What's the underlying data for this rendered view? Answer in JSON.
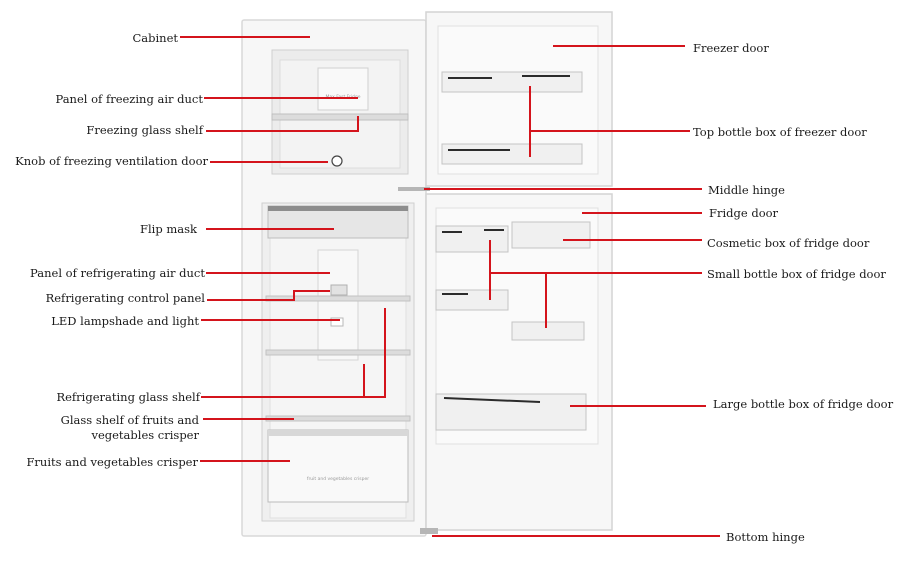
{
  "colors": {
    "leader": "#d4141c",
    "cabinet_fill": "#f7f7f7",
    "cabinet_stroke": "#d9d9d9",
    "interior": "#eeeeee",
    "shelf": "#cfcfcf",
    "dark_accent": "#2b2b2b"
  },
  "labels": {
    "cabinet": "Cabinet",
    "panel_freezing_air_duct": "Panel of freezing air duct",
    "freezing_glass_shelf": "Freezing glass shelf",
    "knob_freezing_ventilation_door": "Knob of freezing ventilation door",
    "flip_mask": "Flip mask",
    "panel_refrigerating_air_duct": "Panel of refrigerating air duct",
    "refrigerating_control_panel": "Refrigerating control panel",
    "led_lampshade_light": "LED lampshade and light",
    "refrigerating_glass_shelf": "Refrigerating glass shelf",
    "glass_shelf_crisper_line1": "Glass shelf of fruits and",
    "glass_shelf_crisper_line2": "vegetables crisper",
    "fruits_vegetables_crisper": "Fruits and vegetables crisper",
    "freezer_door": "Freezer door",
    "top_bottle_box_freezer_door": "Top bottle box of freezer door",
    "middle_hinge": "Middle hinge",
    "fridge_door": "Fridge door",
    "cosmetic_box_fridge_door": "Cosmetic box of fridge door",
    "small_bottle_box_fridge_door": "Small bottle box of fridge door",
    "large_bottle_box_fridge_door": "Large bottle box of fridge door",
    "bottom_hinge": "Bottom hinge"
  },
  "product_text": {
    "freezer_panel_tag": "Max Fast Fridge",
    "crisper_tag": "fruit and vegetables crisper"
  }
}
